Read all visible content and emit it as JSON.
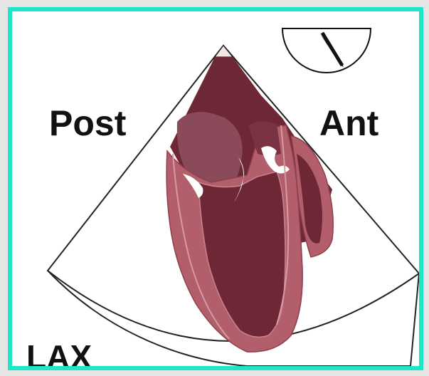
{
  "labels": {
    "posterior": "Post",
    "anterior": "Ant",
    "view": "LAX"
  },
  "colors": {
    "frame_border": "#1ee6c8",
    "background": "#ffffff",
    "myocardium": "#b25f6b",
    "myocardium_edge": "#8e3f4c",
    "cavity": "#6e2734",
    "atrium": "#8a4a5a",
    "valve": "#ffffff",
    "outline": "#222222"
  },
  "icons": {
    "probe_orientation": "probe-orientation-icon"
  }
}
